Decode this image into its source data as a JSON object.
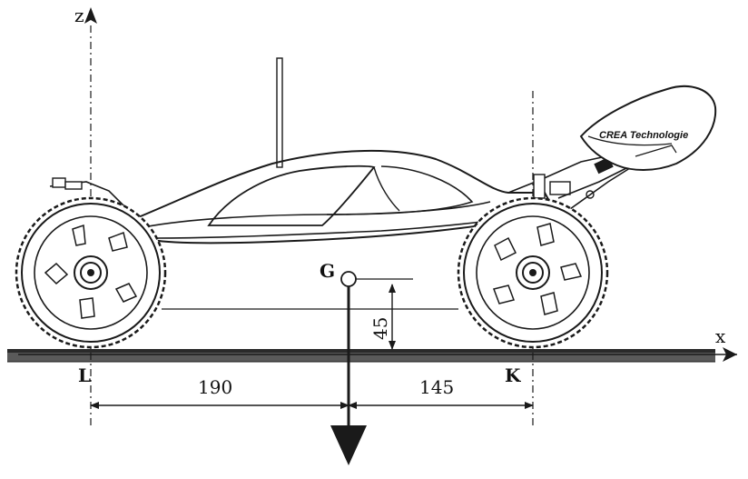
{
  "axes": {
    "z_label": "z",
    "x_label": "x"
  },
  "points": {
    "rear_contact": "L",
    "front_contact": "K",
    "center_of_gravity": "G"
  },
  "dimensions": {
    "rear_to_g": "190",
    "g_to_front": "145",
    "g_height": "45"
  },
  "vehicle": {
    "wing_brand": "CREA Technologie"
  },
  "colors": {
    "ink": "#1a1a1a",
    "ground": "#3a3a3a",
    "background": "#ffffff"
  }
}
